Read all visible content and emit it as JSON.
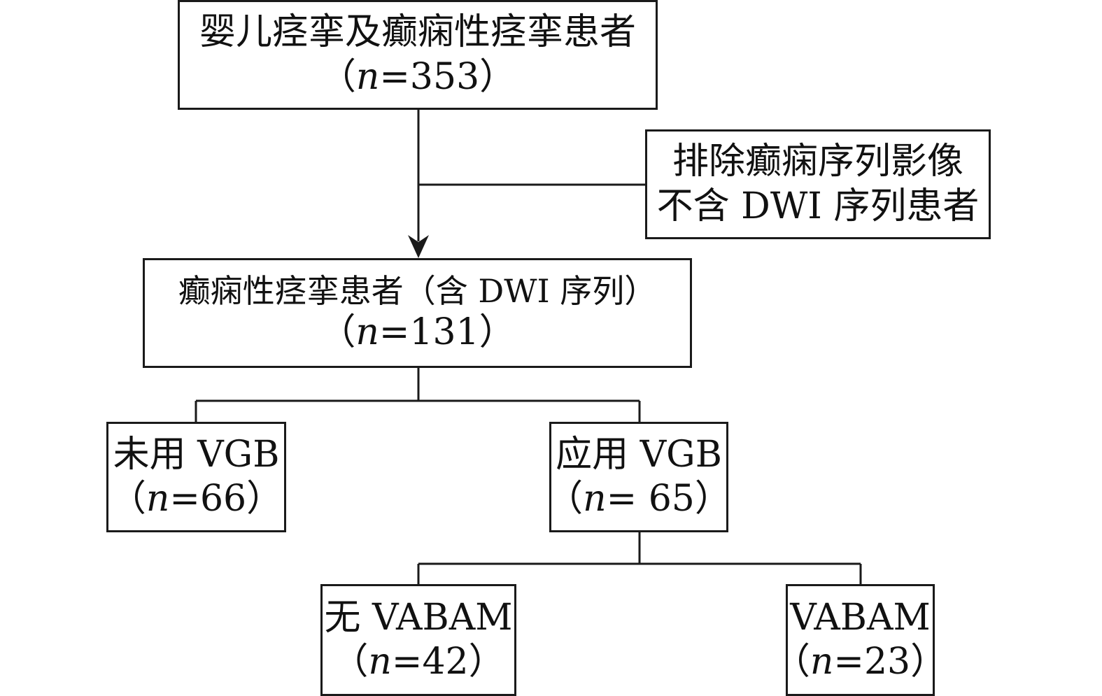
{
  "flowchart": {
    "total": {
      "label": "婴儿痉挛及癫痫性痉挛患者",
      "n_var": "n",
      "n_eq": "=353"
    },
    "exclude": {
      "line1": "排除癫痫序列影像",
      "line2": "不含 DWI 序列患者"
    },
    "dwi": {
      "label": "癫痫性痉挛患者（含 DWI 序列）",
      "n_var": "n",
      "n_eq": "=131"
    },
    "no_vgb": {
      "label": "未用 VGB",
      "n_var": "n",
      "n_eq": "=66"
    },
    "vgb": {
      "label": "应用 VGB",
      "n_var": "n",
      "n_eq": "= 65"
    },
    "no_vabam": {
      "label": "无 VABAM",
      "n_var": "n",
      "n_eq": "=42"
    },
    "vabam": {
      "label": "VABAM",
      "n_var": "n",
      "n_eq": "=23"
    },
    "paren_open": "（",
    "paren_close": "）"
  },
  "colors": {
    "line": "#1a1a1a",
    "background": "#ffffff"
  }
}
